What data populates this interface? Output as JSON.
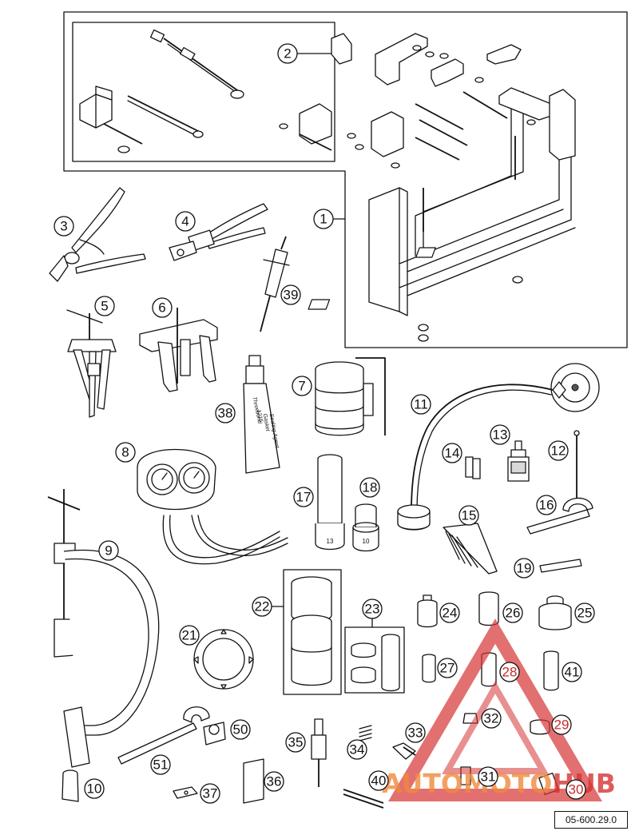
{
  "parts": [
    "1",
    "2",
    "3",
    "4",
    "5",
    "6",
    "7",
    "8",
    "9",
    "10",
    "11",
    "12",
    "13",
    "14",
    "15",
    "16",
    "17",
    "18",
    "19",
    "21",
    "22",
    "23",
    "24",
    "25",
    "26",
    "27",
    "28",
    "29",
    "30",
    "31",
    "32",
    "33",
    "34",
    "35",
    "36",
    "37",
    "38",
    "39",
    "40",
    "41",
    "50",
    "51"
  ],
  "socket_labels": {
    "left": "13",
    "right": "10"
  },
  "doc_ref": "05-600.29.0",
  "tube_text": {
    "brand": "Threebond",
    "code": "1215",
    "line1": "Gasket",
    "line2": "Sealing Agent"
  },
  "watermark": {
    "part1": "AUTOMOTO",
    "part2": "HUB"
  },
  "colors": {
    "ink": "#111111",
    "watermark_red": "#d63333",
    "watermark_orange": "#f08a3c"
  }
}
